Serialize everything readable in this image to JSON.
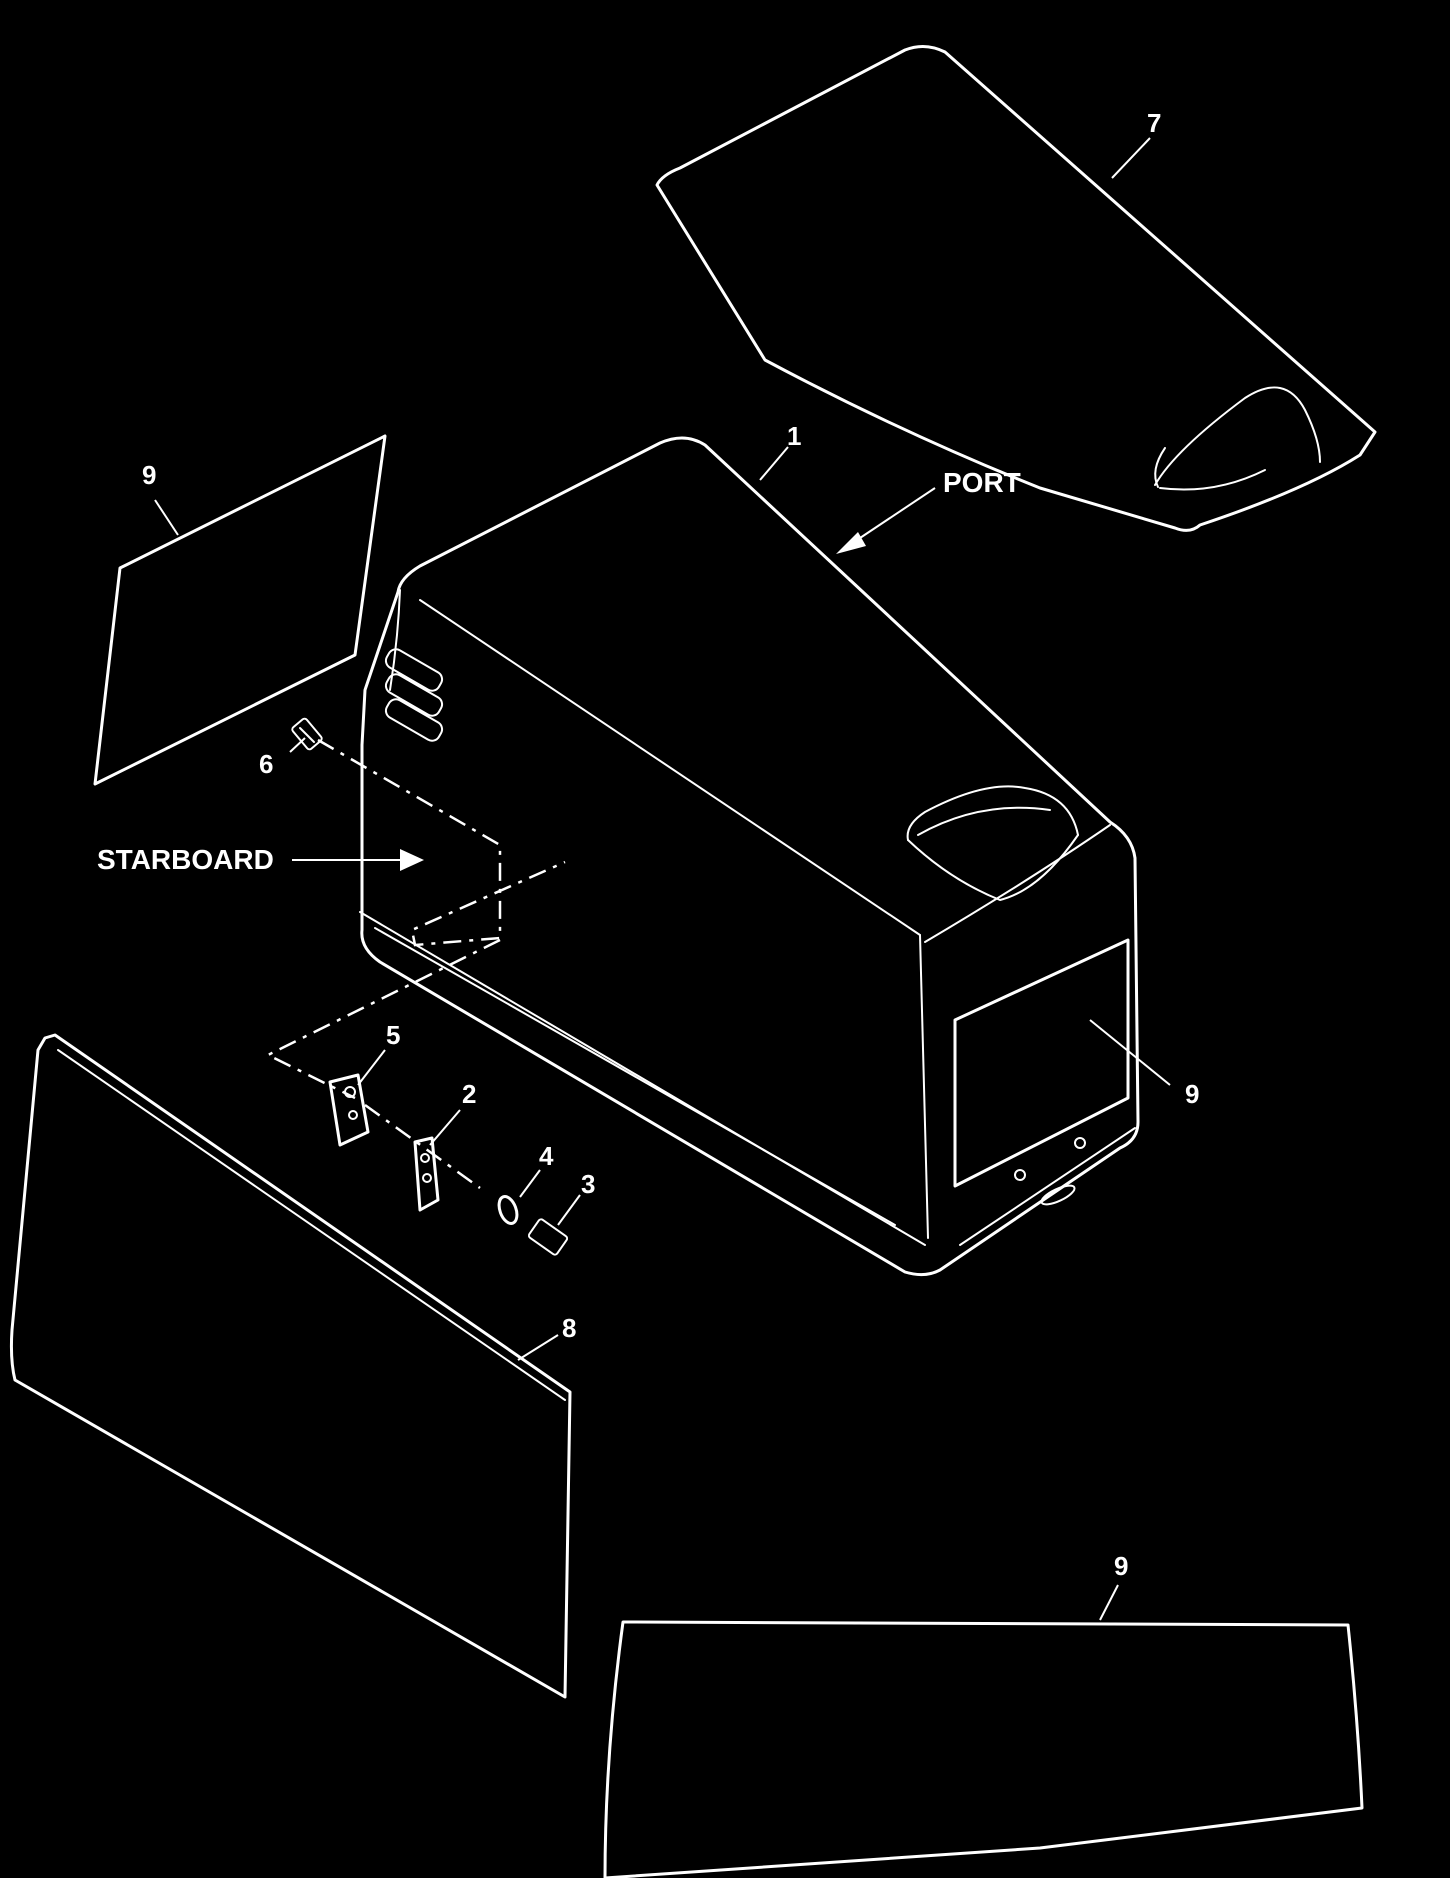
{
  "diagram": {
    "callouts": {
      "top_cover": "7",
      "cowl": "1",
      "left_decal": "9",
      "screw": "6",
      "bracket_a": "5",
      "bracket_b": "2",
      "washer": "4",
      "bolt": "3",
      "front_panel": "8",
      "side_decal": "9",
      "bottom_decal": "9"
    },
    "labels": {
      "port": "PORT",
      "starboard": "STARBOARD"
    },
    "colors": {
      "background": "#000000",
      "line": "#ffffff"
    }
  }
}
